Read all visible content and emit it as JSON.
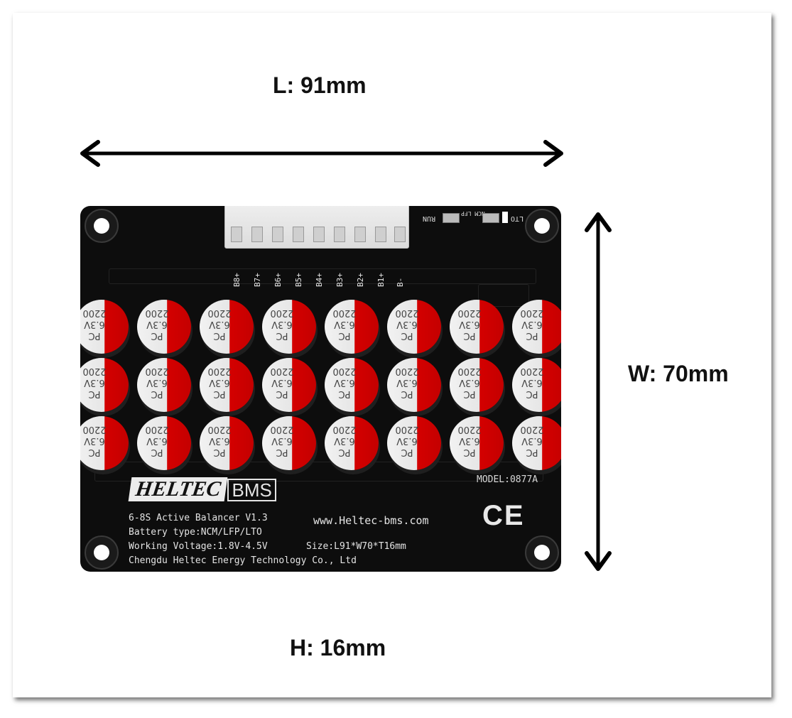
{
  "dimensions": {
    "length": "L: 91mm",
    "width": "W: 70mm",
    "height": "H: 16mm"
  },
  "board": {
    "connector_pins": [
      "B8+",
      "B7+",
      "B6+",
      "B5+",
      "B4+",
      "B3+",
      "B2+",
      "B1+",
      "B-"
    ],
    "switch_labels": [
      "RUN",
      "NCM LFP",
      "LTO"
    ],
    "capacitor": {
      "brand": "PC",
      "voltage": "6.3V",
      "capacitance": "2200",
      "rows": 3,
      "columns": 8
    },
    "model": "MODEL:0877A",
    "logo": {
      "brand": "HELTEC",
      "suffix": "BMS"
    },
    "certification": "CE",
    "product_name": "6-8S Active Balancer V1.3",
    "battery_type": "Battery type:NCM/LFP/LTO",
    "website": "www.Heltec-bms.com",
    "working_voltage": "Working Voltage:1.8V-4.5V",
    "size": "Size:L91*W70*T16mm",
    "manufacturer": "Chengdu Heltec Energy Technology Co., Ltd"
  },
  "colors": {
    "board": "#0d0d0d",
    "capacitor_red": "#d40000",
    "capacitor_white": "#f2f2f2",
    "silkscreen": "#e4e4e4"
  }
}
